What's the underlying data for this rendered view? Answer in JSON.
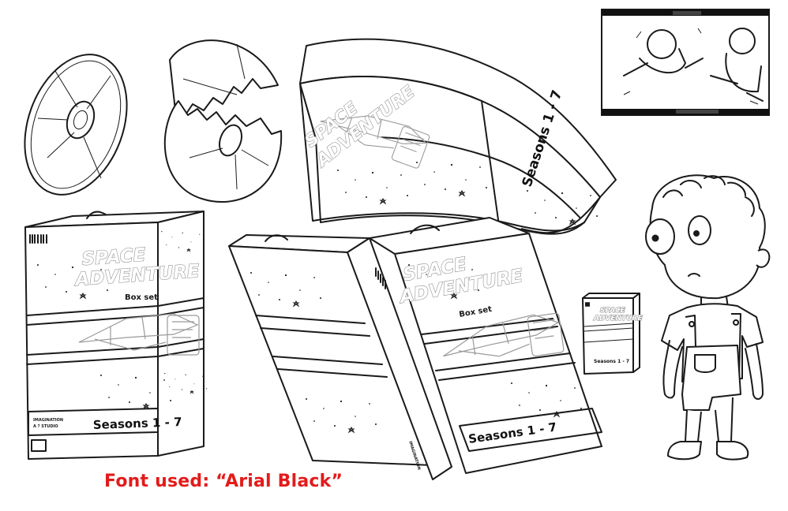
{
  "caption": "Font used: “Arial Black”",
  "box": {
    "title_line1": "SPACE",
    "title_line2": "ADVENTURE",
    "subtitle": "Box set",
    "seasons": "Seasons 1 - 7",
    "spine_seasons": "Seasons 1 - 7"
  },
  "colors": {
    "caption": "#e31b1b",
    "ink": "#1a1a1a",
    "ghost": "#9a9a9a"
  },
  "icons": [
    "disc-icon",
    "broken-disc-icon",
    "barcode-icon",
    "rocket-ship-icon",
    "logo-stamp-icon"
  ]
}
